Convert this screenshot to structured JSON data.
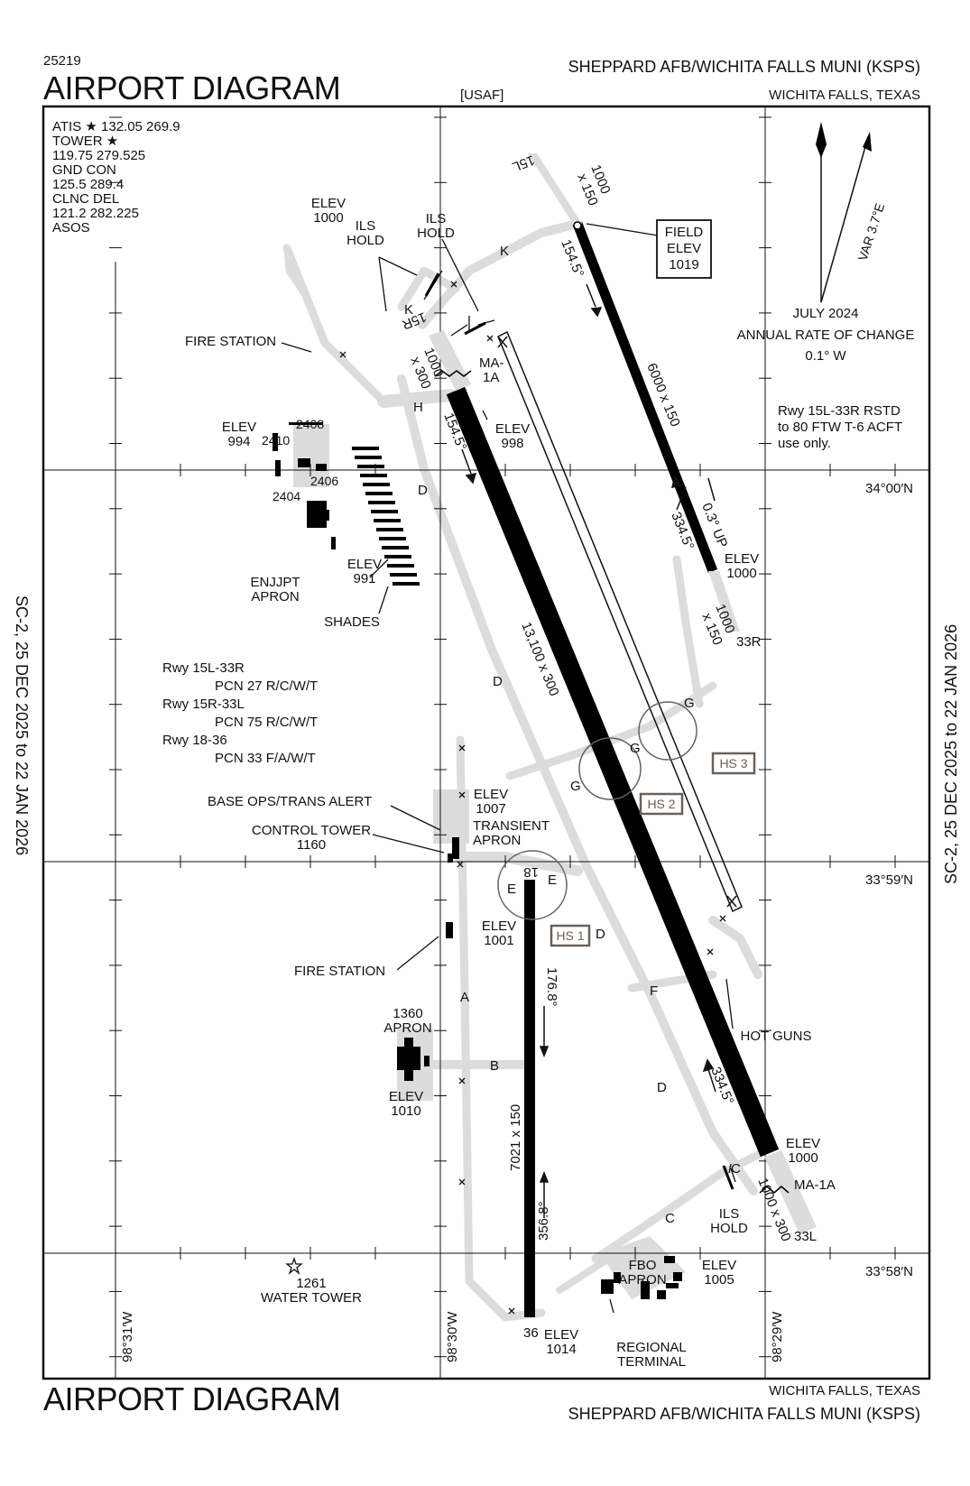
{
  "header": {
    "chart_number": "25219",
    "title": "AIRPORT DIAGRAM",
    "airport_name": "SHEPPARD AFB/WICHITA FALLS MUNI   (KSPS)",
    "operator": "[USAF]",
    "city": "WICHITA FALLS, TEXAS"
  },
  "footer": {
    "title": "AIRPORT DIAGRAM",
    "city": "WICHITA FALLS, TEXAS",
    "airport_name": "SHEPPARD AFB/WICHITA FALLS MUNI   (KSPS)"
  },
  "margins": {
    "left_text": "SC-2,  25 DEC 2025  to  22 JAN 2026",
    "right_text": "SC-2,  25 DEC 2025  to  22 JAN 2026"
  },
  "comms": [
    "ATIS ★ 132.05  269.9",
    "TOWER ★",
    "119.75  279.525",
    "GND CON",
    "125.5  289.4",
    "CLNC DEL",
    "121.2  282.225",
    "ASOS"
  ],
  "magnetic": {
    "var": "VAR 3.7°E",
    "date": "JULY 2024",
    "annual_rate_label": "ANNUAL RATE OF CHANGE",
    "annual_rate": "0.1° W"
  },
  "field_elev": [
    "FIELD",
    "ELEV",
    "1019"
  ],
  "restriction_note": [
    "Rwy 15L-33R RSTD",
    "to 80 FTW T-6 ACFT",
    "use only."
  ],
  "pcn": [
    {
      "rwy": "Rwy 15L-33R",
      "pcn": "PCN 27 R/C/W/T"
    },
    {
      "rwy": "Rwy 15R-33L",
      "pcn": "PCN 75 R/C/W/T"
    },
    {
      "rwy": "Rwy 18-36",
      "pcn": "PCN 33 F/A/W/T"
    }
  ],
  "coords": {
    "lat1": "34°00′N",
    "lat2": "33°59′N",
    "lat3": "33°58′N",
    "lon1": "98°31′W",
    "lon2": "98°30′W",
    "lon3": "98°29′W"
  },
  "runways": {
    "r15L": "15L",
    "r33R": "33R",
    "r15R": "15R",
    "r33L": "33L",
    "r18": "18",
    "r36": "36",
    "dim_15L": "6000 x 150",
    "dim_15R": "13,100 x 300",
    "dim_18": "7021 x 150",
    "hdg_154a": "154.5°",
    "hdg_154b": "154.5°",
    "hdg_334a": "334.5°",
    "hdg_334b": "334.5°",
    "hdg_176": "176.8°",
    "hdg_356": "356.8°",
    "grade": "0.3° UP",
    "ovr_15L": [
      "1000",
      "x 150"
    ],
    "ovr_33R": [
      "1000",
      "x 150"
    ],
    "ovr_15R": [
      "1000",
      "x 300"
    ],
    "ovr_33L": "1000 x 300"
  },
  "elevations": {
    "e1000_nw": [
      "ELEV",
      "1000"
    ],
    "e998": [
      "ELEV",
      "998"
    ],
    "e994": [
      "ELEV",
      "994"
    ],
    "e991": [
      "ELEV",
      "991"
    ],
    "e1000_33R": [
      "ELEV",
      "1000"
    ],
    "e1007": [
      "ELEV",
      "1007"
    ],
    "e1001": [
      "ELEV",
      "1001"
    ],
    "e1010": [
      "ELEV",
      "1010"
    ],
    "e1000_33L": [
      "ELEV",
      "1000"
    ],
    "e1014": [
      "ELEV",
      "1014"
    ],
    "e1005": [
      "ELEV",
      "1005"
    ]
  },
  "labels": {
    "ils_hold_1": [
      "ILS",
      "HOLD"
    ],
    "ils_hold_2": [
      "ILS",
      "HOLD"
    ],
    "ils_hold_3": [
      "ILS",
      "HOLD"
    ],
    "ma1a_n": [
      "MA-",
      "1A"
    ],
    "ma1a_s": "MA-1A",
    "fire_station_n": "FIRE STATION",
    "fire_station_s": "FIRE STATION",
    "enjjpt": [
      "ENJJPT",
      "APRON"
    ],
    "shades": "SHADES",
    "base_ops": "BASE OPS/TRANS ALERT",
    "control_tower": [
      "CONTROL TOWER",
      "1160"
    ],
    "transient": [
      "TRANSIENT",
      "APRON"
    ],
    "apron_1360": [
      "1360",
      "APRON"
    ],
    "hot_guns": "HOT GUNS",
    "water_tower": [
      "1261",
      "WATER TOWER"
    ],
    "fbo_apron": [
      "FBO",
      "APRON"
    ],
    "regional_terminal": [
      "REGIONAL",
      "TERMINAL"
    ],
    "p2410": "2410",
    "p2408": "2408",
    "p2404": "2404",
    "p2406": "2406"
  },
  "hot_spots": [
    "HS 1",
    "HS 2",
    "HS 3"
  ],
  "taxiways": {
    "K1": "K",
    "K2": "K",
    "H": "H",
    "D1": "D",
    "D2": "D",
    "D3": "D",
    "D4": "D",
    "G1": "G",
    "G2": "G",
    "G3": "G",
    "E1": "E",
    "E2": "E",
    "A": "A",
    "B": "B",
    "F": "F",
    "C1": "C",
    "C2": "C"
  }
}
